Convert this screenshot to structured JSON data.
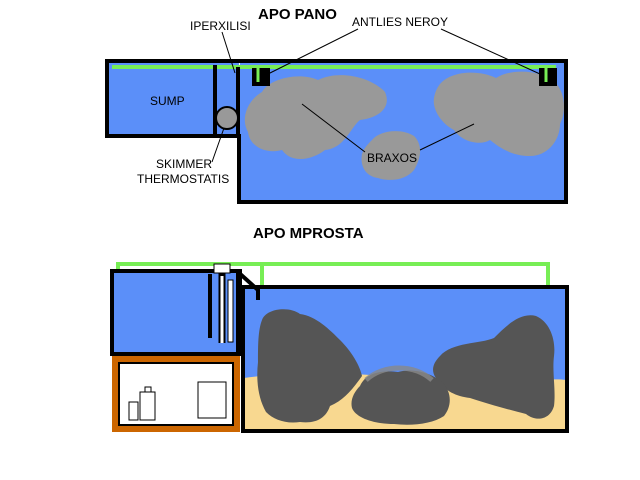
{
  "titles": {
    "top_view": "APO PANO",
    "front_view": "APO MPROSTA"
  },
  "labels": {
    "overflow": "IPERXILISI",
    "return_pumps": "ANTLIES NEROY",
    "sump": "SUMP",
    "rocks": "BRAXOS",
    "skimmer": "SKIMMER",
    "thermostat": "THERMOSTATIS"
  },
  "colors": {
    "water": "#5b8ff9",
    "pipe": "#77ee55",
    "rock_top": "#999999",
    "rock_front": "#555555",
    "sand": "#f8d890",
    "cabinet": "#cc6600",
    "outline": "#000000"
  }
}
